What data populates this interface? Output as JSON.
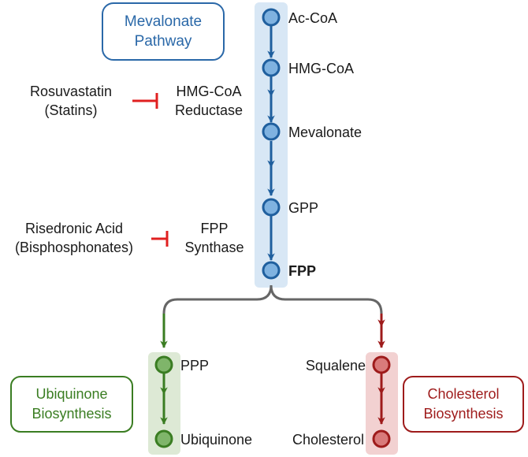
{
  "title_box": {
    "line1": "Mevalonate",
    "line2": "Pathway"
  },
  "main_nodes": [
    "Ac-CoA",
    "HMG-CoA",
    "Mevalonate",
    "GPP",
    "FPP"
  ],
  "enzymes": [
    {
      "line1": "HMG-CoA",
      "line2": "Reductase"
    },
    {
      "line1": "FPP",
      "line2": "Synthase"
    }
  ],
  "inhibitors": [
    {
      "line1": "Rosuvastatin",
      "line2": "(Statins)"
    },
    {
      "line1": "Risedronic Acid",
      "line2": "(Bisphosphonates)"
    }
  ],
  "left_branch": {
    "nodes": [
      "PPP",
      "Ubiquinone"
    ],
    "box": {
      "line1": "Ubiquinone",
      "line2": "Biosynthesis"
    }
  },
  "right_branch": {
    "nodes": [
      "Squalene",
      "Cholesterol"
    ],
    "box": {
      "line1": "Cholesterol",
      "line2": "Biosynthesis"
    }
  },
  "colors": {
    "blue": "#1f5f9e",
    "blue_fill": "#7fb2e0",
    "blue_band": "#d8e7f5",
    "green": "#3a7d22",
    "green_fill": "#7fb56a",
    "green_band": "#dde9d5",
    "red": "#9e1b1b",
    "red_fill": "#d97a7a",
    "red_band": "#f2d1d1",
    "inhibit": "#e02020",
    "gray": "#666666"
  }
}
